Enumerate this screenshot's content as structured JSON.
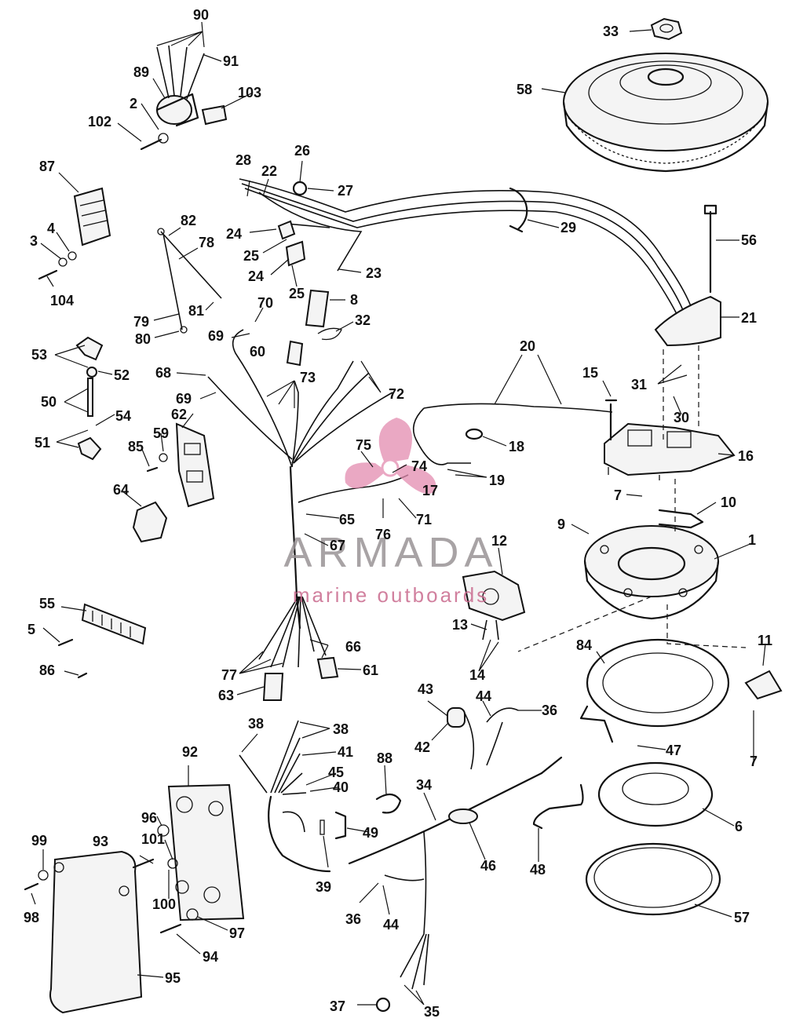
{
  "watermark": {
    "brand": "ARMADA",
    "tagline": "marine outboards",
    "accent_color": "#e38cb0",
    "text_color": "#9a9496"
  },
  "callouts": {
    "c1": "1",
    "c2": "2",
    "c3": "3",
    "c4": "4",
    "c5": "5",
    "c6": "6",
    "c7a": "7",
    "c7b": "7",
    "c8": "8",
    "c9": "9",
    "c10": "10",
    "c11": "11",
    "c12": "12",
    "c13": "13",
    "c14": "14",
    "c15": "15",
    "c16": "16",
    "c17": "17",
    "c18": "18",
    "c19": "19",
    "c20": "20",
    "c21": "21",
    "c22": "22",
    "c23": "23",
    "c24a": "24",
    "c24b": "24",
    "c25a": "25",
    "c25b": "25",
    "c26": "26",
    "c27": "27",
    "c28": "28",
    "c29": "29",
    "c30": "30",
    "c31": "31",
    "c32": "32",
    "c33": "33",
    "c34": "34",
    "c35": "35",
    "c36a": "36",
    "c36b": "36",
    "c37": "37",
    "c38a": "38",
    "c38b": "38",
    "c39": "39",
    "c40": "40",
    "c41": "41",
    "c42": "42",
    "c43": "43",
    "c44a": "44",
    "c44b": "44",
    "c45": "45",
    "c46": "46",
    "c47": "47",
    "c48": "48",
    "c49": "49",
    "c50": "50",
    "c51": "51",
    "c52": "52",
    "c53": "53",
    "c54": "54",
    "c55": "55",
    "c56": "56",
    "c57": "57",
    "c58": "58",
    "c59": "59",
    "c60": "60",
    "c61": "61",
    "c62": "62",
    "c63": "63",
    "c64": "64",
    "c65": "65",
    "c66": "66",
    "c67": "67",
    "c68": "68",
    "c69a": "69",
    "c69b": "69",
    "c70": "70",
    "c71": "71",
    "c72": "72",
    "c73": "73",
    "c74": "74",
    "c75": "75",
    "c76": "76",
    "c77": "77",
    "c78": "78",
    "c79": "79",
    "c80": "80",
    "c81": "81",
    "c82": "82",
    "c84": "84",
    "c85": "85",
    "c86": "86",
    "c87": "87",
    "c88": "88",
    "c89": "89",
    "c90": "90",
    "c91": "91",
    "c92": "92",
    "c93": "93",
    "c94": "94",
    "c95": "95",
    "c96": "96",
    "c97": "97",
    "c98": "98",
    "c99": "99",
    "c100": "100",
    "c101": "101",
    "c102": "102",
    "c103": "103",
    "c104": "104"
  }
}
